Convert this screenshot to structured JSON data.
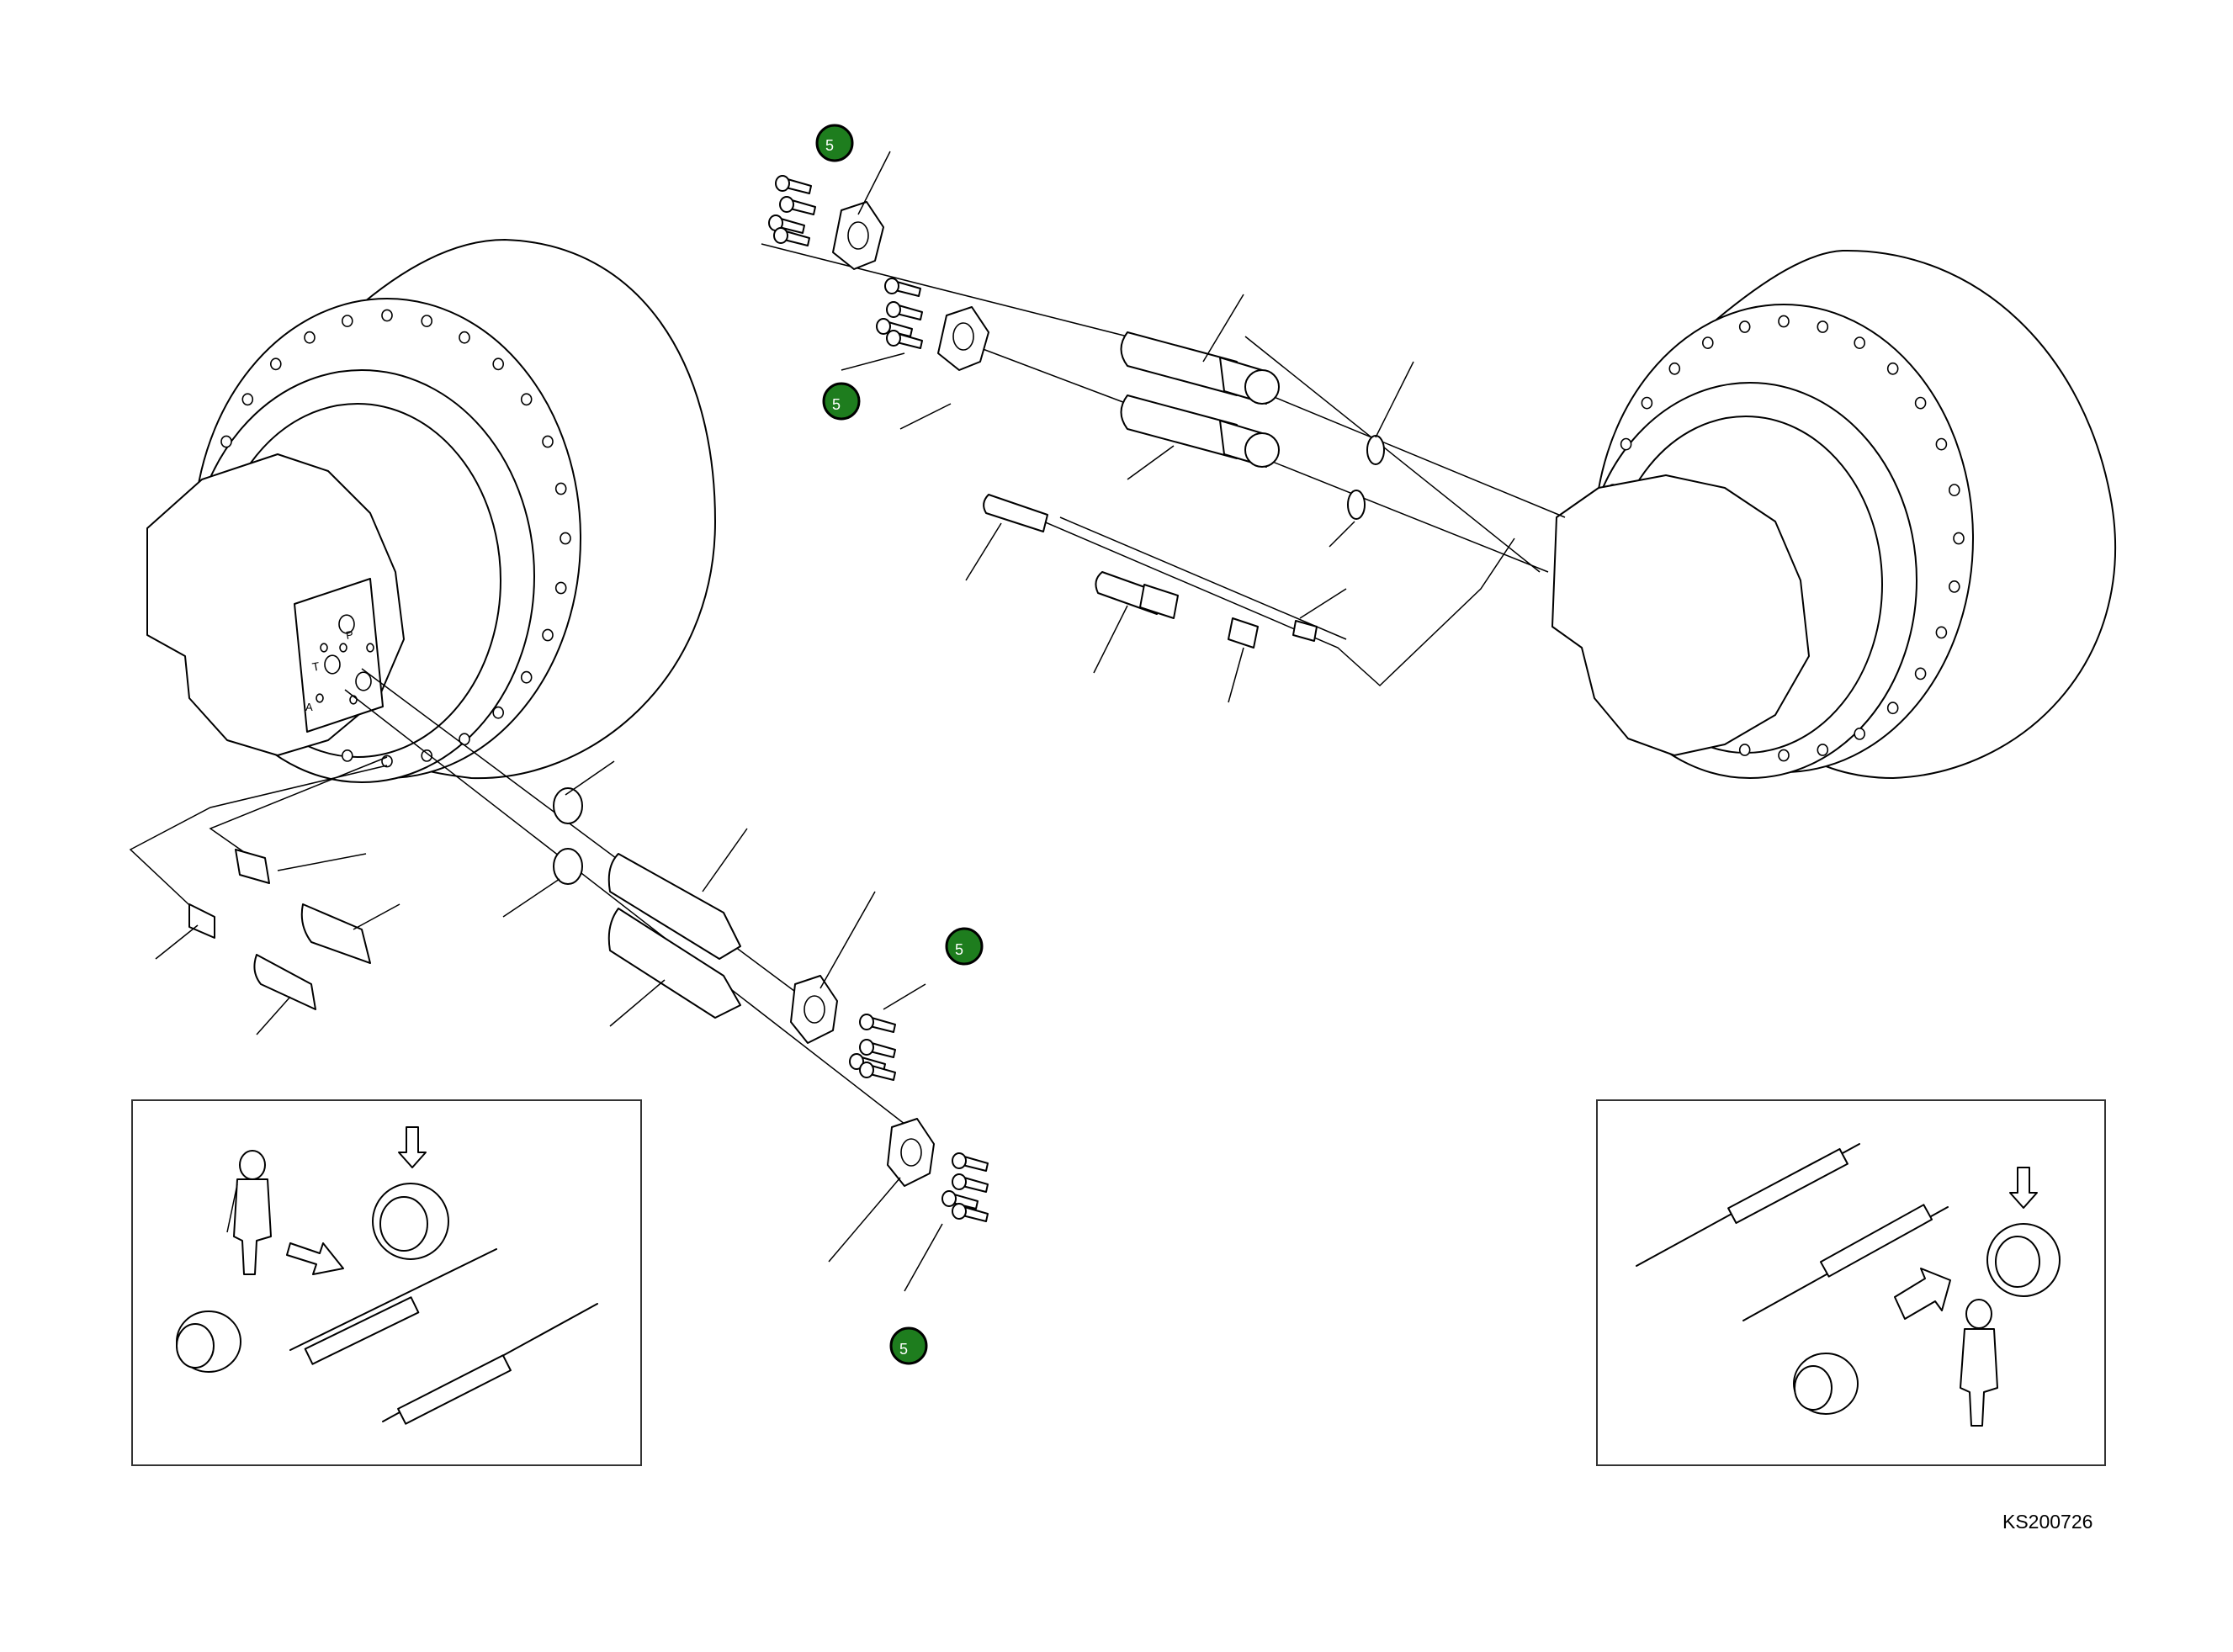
{
  "callouts": [
    {
      "id": "badge-top-1",
      "label": "5",
      "color": "#1e7d1e"
    },
    {
      "id": "badge-top-2",
      "label": "5",
      "color": "#1e7d1e"
    },
    {
      "id": "badge-mid",
      "label": "5",
      "color": "#1e7d1e"
    },
    {
      "id": "badge-bottom",
      "label": "5",
      "color": "#1e7d1e"
    }
  ],
  "motor_face_marks": [
    "T",
    "P",
    "A"
  ],
  "reference_code": "KS200726"
}
